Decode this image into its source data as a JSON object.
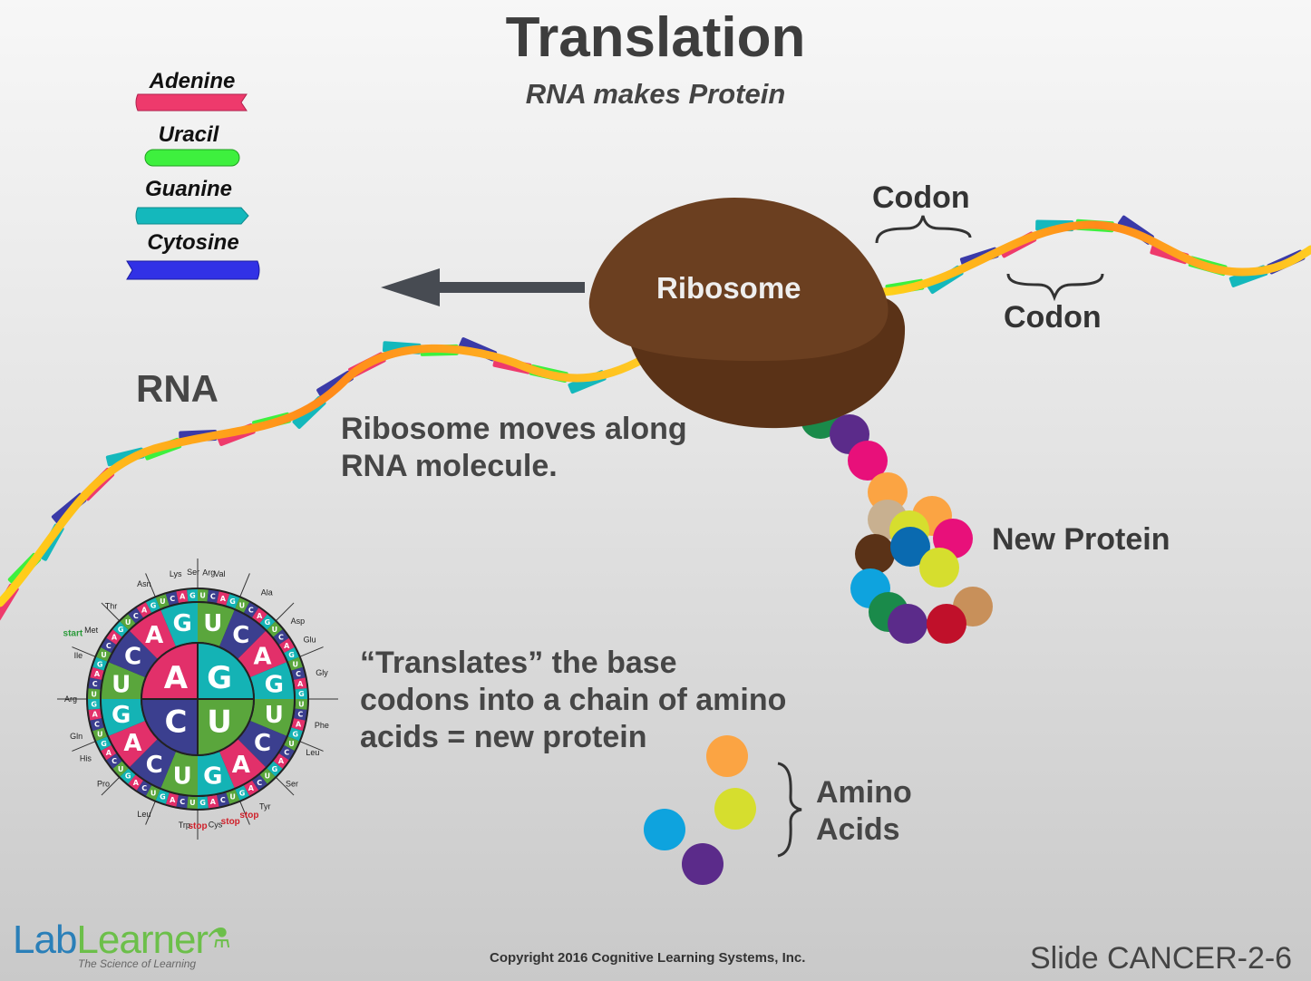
{
  "title": "Translation",
  "subtitle": "RNA makes Protein",
  "legend": [
    {
      "label": "Adenine",
      "color": "#ee3a6c"
    },
    {
      "label": "Uracil",
      "color": "#3ef03e"
    },
    {
      "label": "Guanine",
      "color": "#14b8bc"
    },
    {
      "label": "Cytosine",
      "color": "#3131e6"
    }
  ],
  "labels": {
    "codon_top": "Codon",
    "codon_bottom": "Codon",
    "ribosome": "Ribosome",
    "rna": "RNA",
    "ribosome_moves": [
      "Ribosome moves along",
      "RNA molecule."
    ],
    "new_protein": "New Protein",
    "translates": [
      "“Translates” the base",
      "codons into a chain of amino",
      "acids = new protein"
    ],
    "amino_acids": [
      "Amino",
      "Acids"
    ]
  },
  "codon_wheel": {
    "inner": [
      "A",
      "G",
      "U",
      "C"
    ],
    "ring_order": [
      "U",
      "C",
      "A",
      "G"
    ],
    "colors": {
      "U": "#5aa63c",
      "C": "#3b3f8f",
      "A": "#e2306a",
      "G": "#14b3b5"
    },
    "amino_labels": [
      "Val",
      "Ala",
      "Asp",
      "Glu",
      "Gly",
      "Phe",
      "Leu",
      "Ser",
      "Tyr",
      "stop",
      "stop",
      "Cys",
      "stop",
      "Trp",
      "Leu",
      "Pro",
      "His",
      "Gln",
      "Arg",
      "Ile",
      "Met",
      "start",
      "Thr",
      "Asn",
      "Lys",
      "Ser",
      "Arg"
    ]
  },
  "footer": {
    "logo_lab": "Lab",
    "logo_learner": "Learner",
    "logo_tagline": "The Science of Learning",
    "copyright": "Copyright 2016  Cognitive Learning Systems, Inc.",
    "slide": "Slide CANCER-2-6"
  }
}
